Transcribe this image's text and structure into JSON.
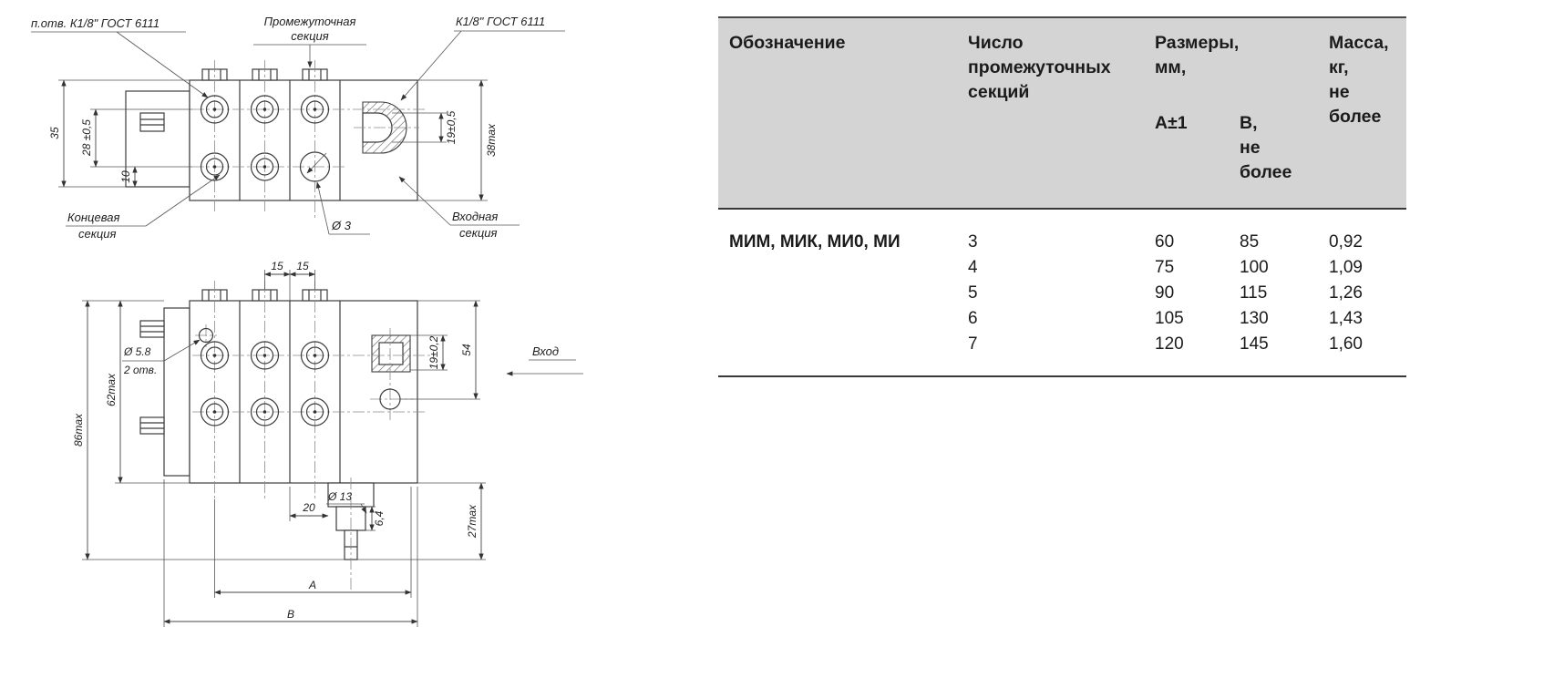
{
  "drawing": {
    "top": {
      "tap_hole_label": "п.отв. К1/8\" ГОСТ 6111",
      "intermediate_1": "Промежуточная",
      "intermediate_2": "секция",
      "k18_label": "К1/8\" ГОСТ 6111",
      "dim_35": "35",
      "dim_28": "28 ±0,5",
      "dim_10": "10",
      "dim_19": "19±0,5",
      "dim_38": "38max",
      "end_1": "Концевая",
      "end_2": "секция",
      "dia3": "Ø 3",
      "inlet_1": "Входная",
      "inlet_2": "секция"
    },
    "bottom": {
      "dim_15_left": "15",
      "dim_15_right": "15",
      "dim_86": "86max",
      "dim_62": "62max",
      "dia58": "Ø 5.8",
      "holes2": "2 отв.",
      "dim_19": "19±0,2",
      "dim_54": "54",
      "inlet_label": "Вход",
      "dim_20": "20",
      "dia13": "Ø 13",
      "dim_64": "6,4",
      "dim_27": "27max",
      "dim_a": "A",
      "dim_b": "B"
    }
  },
  "table": {
    "headers": {
      "designation": "Обозначение",
      "sections": "Число\nпромежуточных\nсекций",
      "dimensions": "Размеры,\nмм,",
      "dim_a": "А±1",
      "dim_b": "В,\nне\nболее",
      "mass": "Масса,\nкг,\nне\nболее"
    },
    "designation_value": "МИМ, МИК, МИ0, МИ",
    "rows": [
      {
        "n": "3",
        "a": "60",
        "b": "85",
        "m": "0,92"
      },
      {
        "n": "4",
        "a": "75",
        "b": "100",
        "m": "1,09"
      },
      {
        "n": "5",
        "a": "90",
        "b": "115",
        "m": "1,26"
      },
      {
        "n": "6",
        "a": "105",
        "b": "130",
        "m": "1,43"
      },
      {
        "n": "7",
        "a": "120",
        "b": "145",
        "m": "1,60"
      }
    ]
  }
}
